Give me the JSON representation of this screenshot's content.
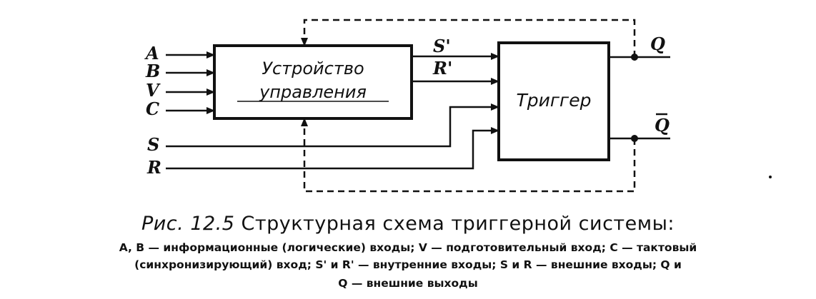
{
  "diagram": {
    "inputs_left": [
      "A",
      "B",
      "V",
      "C"
    ],
    "input_s": "S",
    "input_r": "R",
    "control_block": {
      "line1": "Устройство",
      "line2": "управления"
    },
    "trigger_block": {
      "label": "Триггер"
    },
    "internal_outputs": [
      "S'",
      "R'"
    ],
    "output_q": "Q",
    "output_qbar": "Q"
  },
  "caption": {
    "prefix": "Рис.",
    "number": "12.5",
    "title": "Структурная схема триггерной системы:",
    "legend_line1": "A, B — информационные (логические) входы; V — подготовительный вход; C — тактовый",
    "legend_line2": "(синхронизирующий) вход; S' и R' — внутренние входы; S и R — внешние входы; Q и",
    "legend_line3": "Q — внешние выходы"
  }
}
